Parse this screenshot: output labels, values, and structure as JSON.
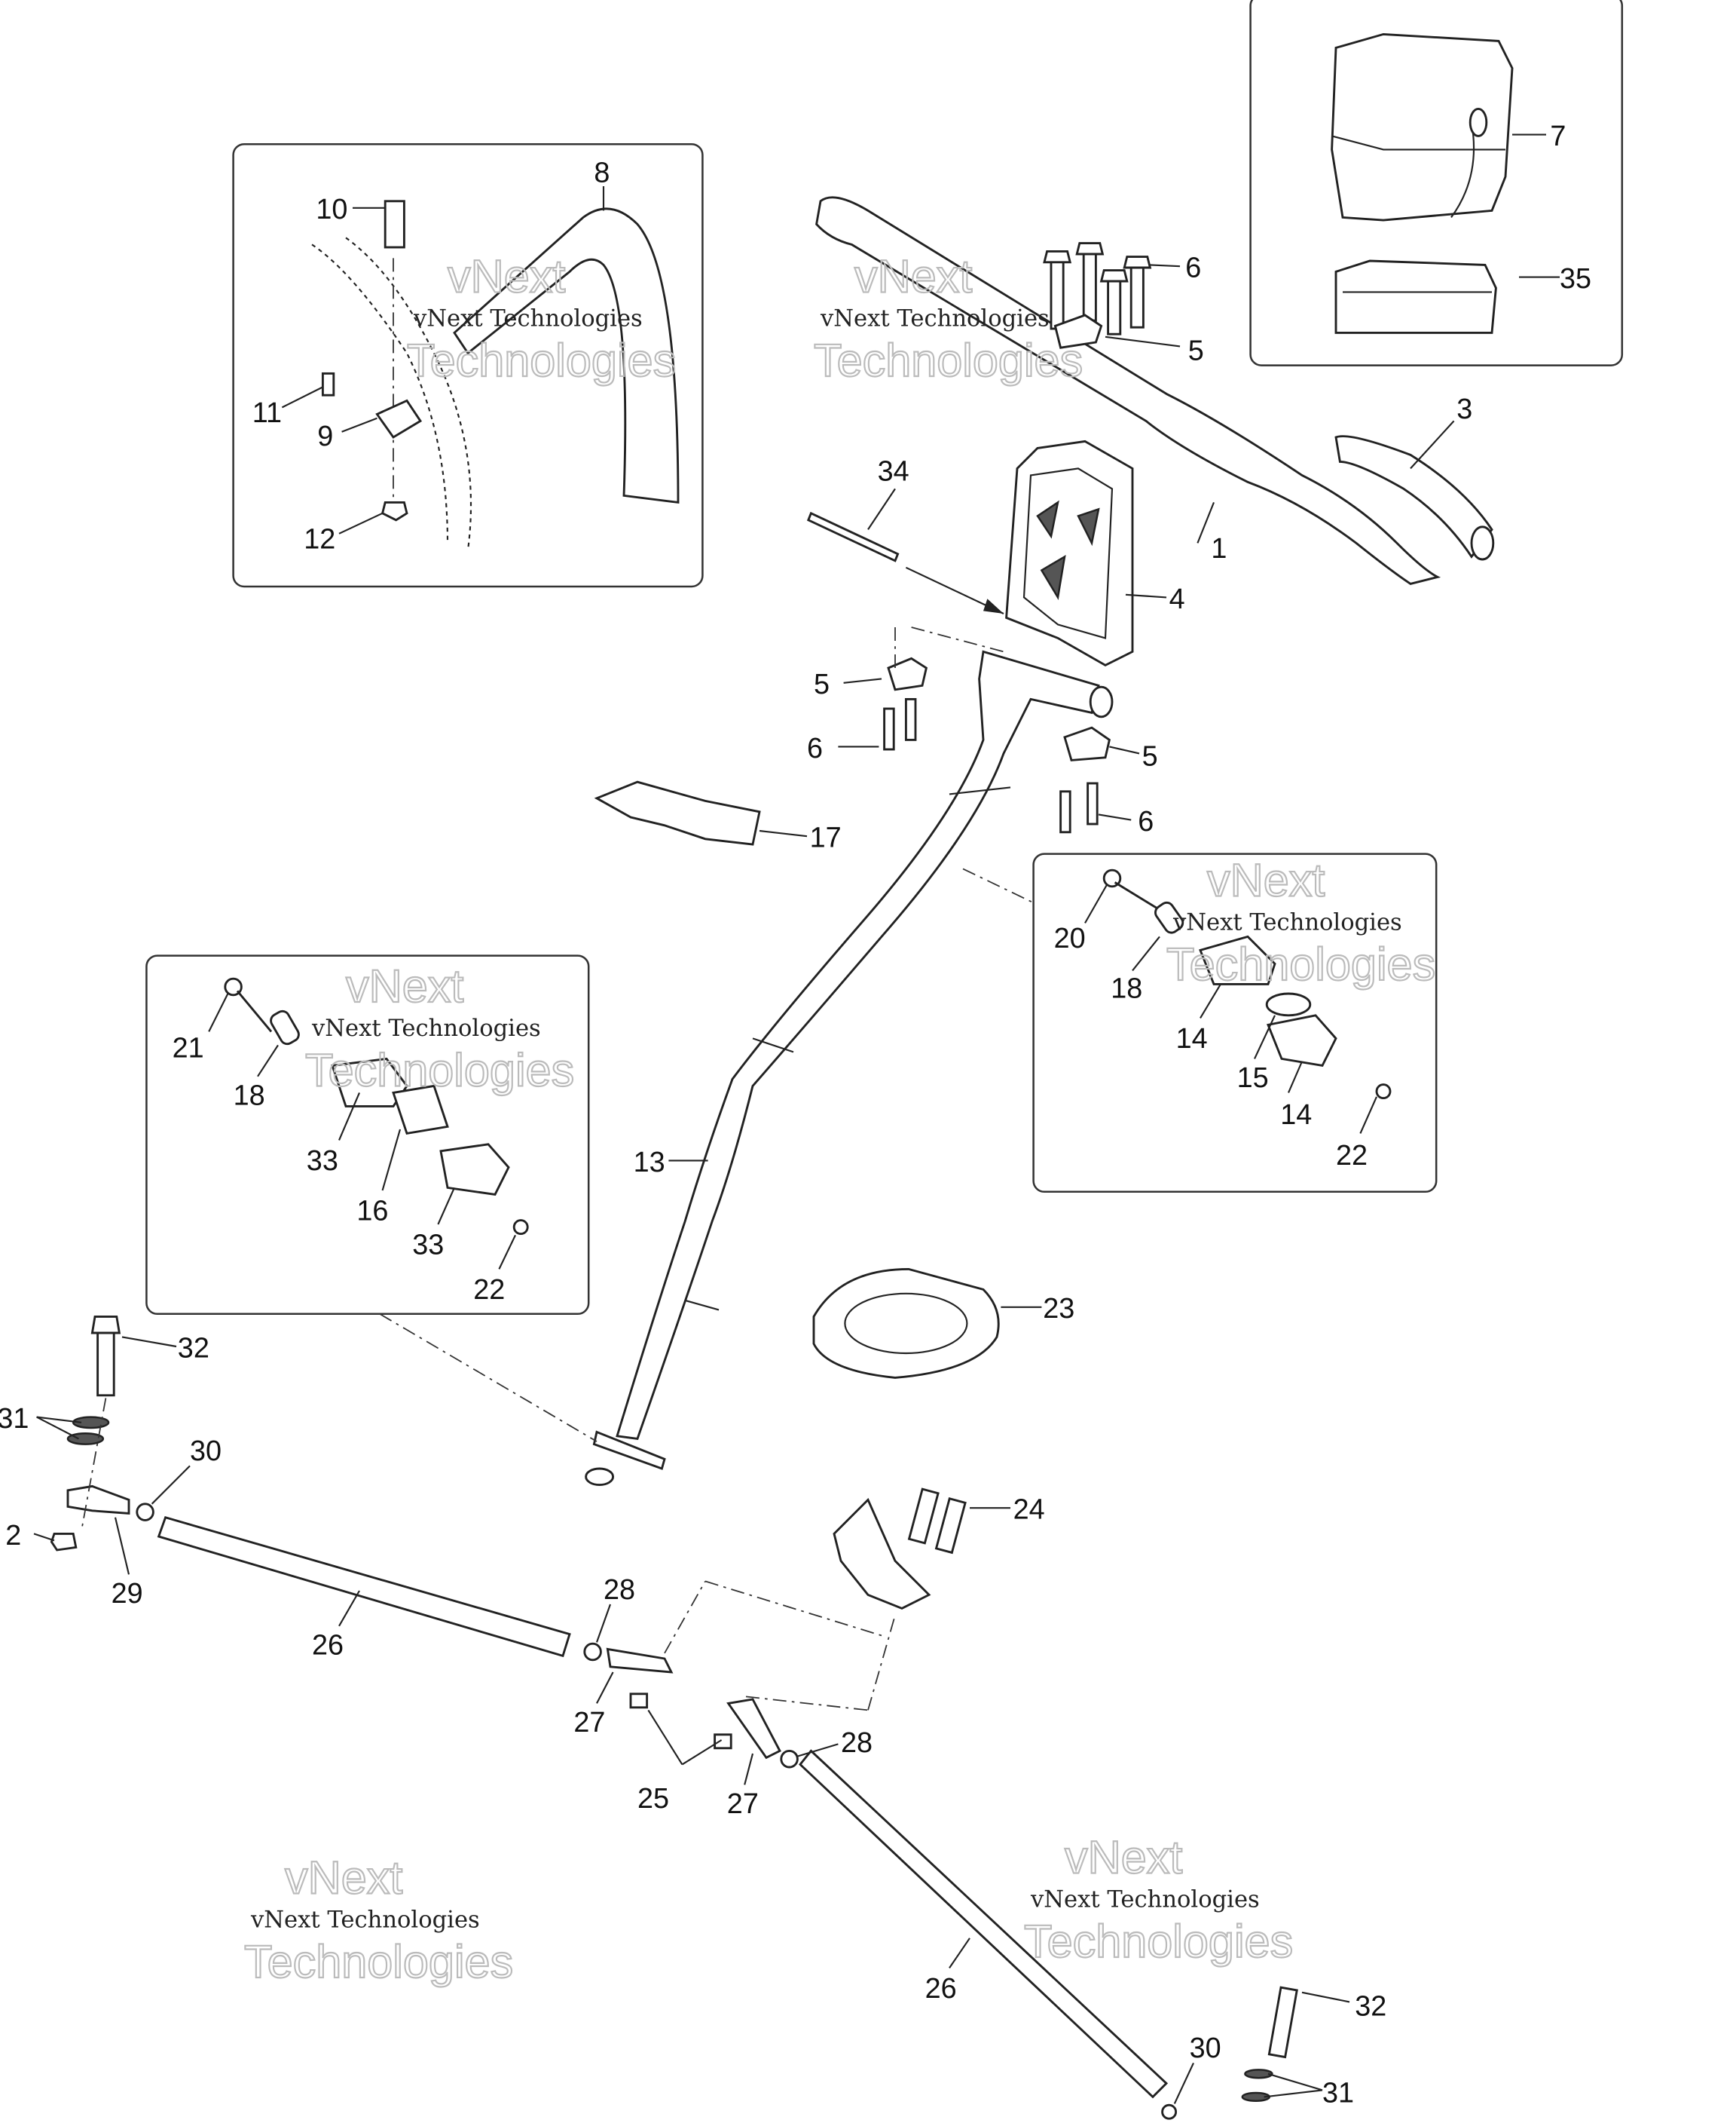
{
  "diagram": {
    "title": "Steering system exploded parts diagram",
    "callouts": {
      "c1": "1",
      "c2": "2",
      "c3": "3",
      "c4": "4",
      "c5a": "5",
      "c5b": "5",
      "c5c": "5",
      "c6a": "6",
      "c6b": "6",
      "c6c": "6",
      "c7": "7",
      "c8": "8",
      "c9": "9",
      "c10": "10",
      "c11": "11",
      "c12": "12",
      "c13": "13",
      "c14a": "14",
      "c14b": "14",
      "c15": "15",
      "c16": "16",
      "c17": "17",
      "c18a": "18",
      "c18b": "18",
      "c20": "20",
      "c21": "21",
      "c22a": "22",
      "c22b": "22",
      "c23": "23",
      "c24": "24",
      "c25": "25",
      "c26a": "26",
      "c26b": "26",
      "c27a": "27",
      "c27b": "27",
      "c28a": "28",
      "c28b": "28",
      "c29": "29",
      "c30a": "30",
      "c30b": "30",
      "c31a": "31",
      "c31b": "31",
      "c32a": "32",
      "c32b": "32",
      "c33a": "33",
      "c33b": "33",
      "c34": "34",
      "c35": "35"
    },
    "watermark": {
      "line1": "vNext Technologies",
      "line2": "vNext",
      "line3": "Technologies"
    }
  }
}
